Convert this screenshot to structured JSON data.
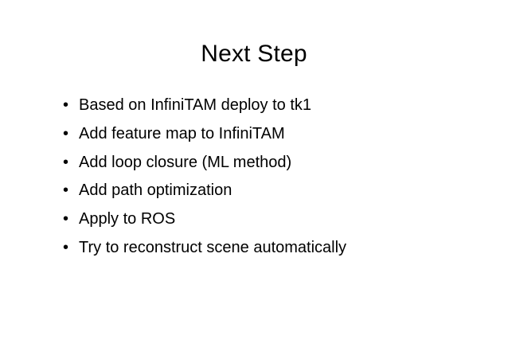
{
  "slide": {
    "title": "Next Step",
    "background_color": "#ffffff",
    "text_color": "#000000",
    "bullet_glyph": "•",
    "bullets": [
      {
        "text": "Based on InfiniTAM deploy to tk1"
      },
      {
        "text": "Add feature map to InfiniTAM"
      },
      {
        "text": "Add loop closure (ML method)"
      },
      {
        "text": "Add path optimization"
      },
      {
        "text": "Apply to ROS"
      },
      {
        "text": "Try to reconstruct scene automatically"
      }
    ]
  }
}
